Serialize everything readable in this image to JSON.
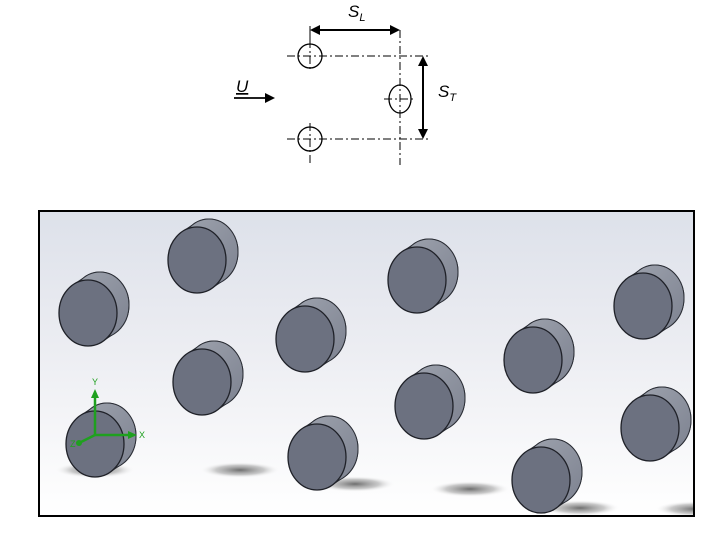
{
  "schematic": {
    "sl_symbol": "S",
    "sl_subscript": "L",
    "st_symbol": "S",
    "st_subscript": "T",
    "flow_label": "U"
  },
  "triad": {
    "x_label": "X",
    "y_label": "Y",
    "z_label": "Z"
  },
  "colors": {
    "cylinder_body": "#8b909c",
    "cylinder_face": "#6c7180",
    "triad_axis": "#1fa01f",
    "shadow": "#6b6b6b"
  },
  "icons": {
    "flow_arrow": "right-arrow-icon",
    "triad": "axis-triad-icon"
  }
}
